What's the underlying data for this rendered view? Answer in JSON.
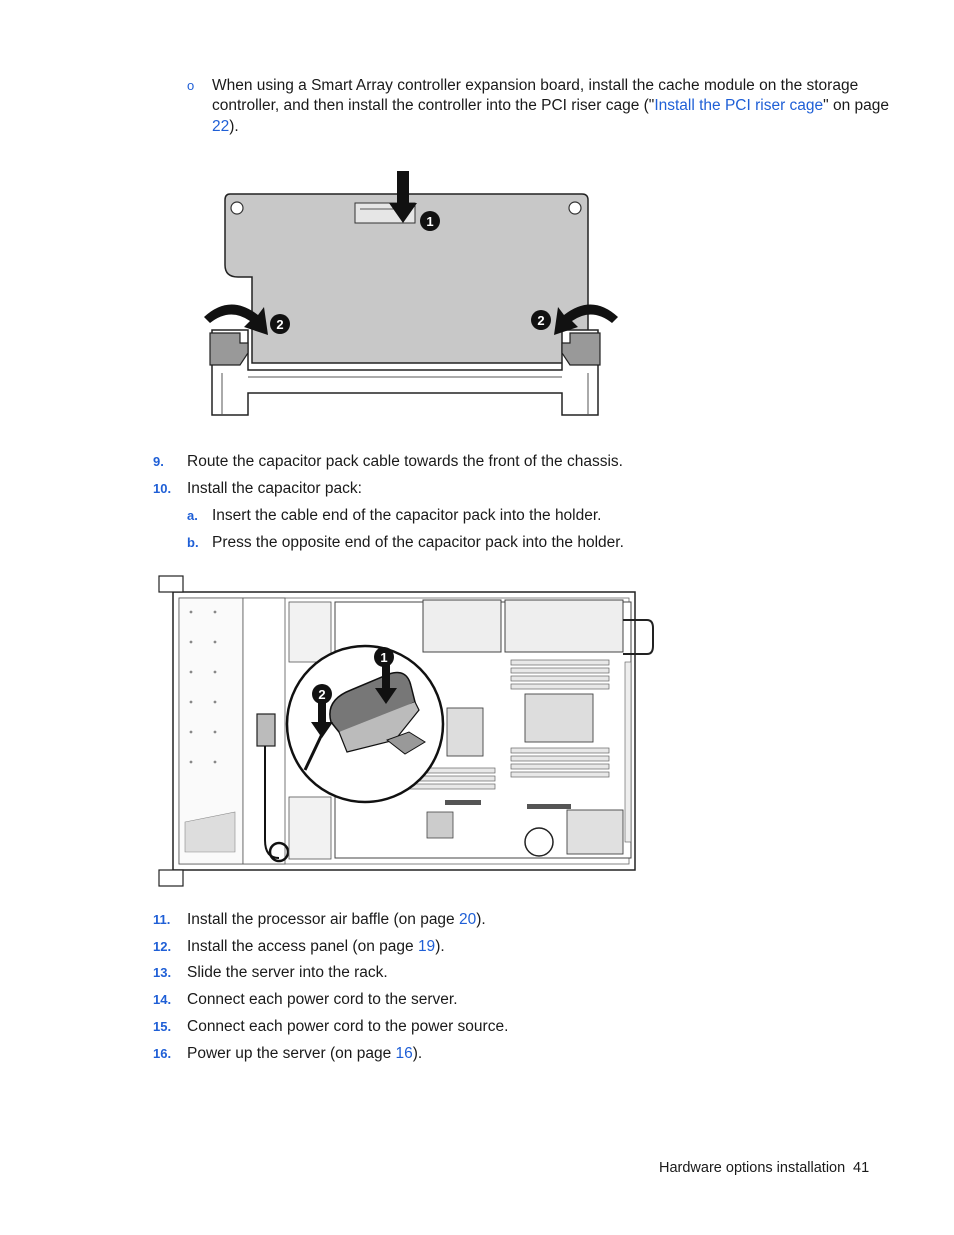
{
  "intro": {
    "bullet": "o",
    "line1": "When using a Smart Array controller expansion board, install the cache module on the storage",
    "line2_prefix": "controller, and then install the controller into the PCI riser cage (\"",
    "line2_link": "Install the PCI riser cage",
    "line2_suffix": "\" on page",
    "line3_link": "22",
    "line3_suffix": ")."
  },
  "figure1": {
    "callout1": "1",
    "callout2": "2"
  },
  "steps_a": [
    {
      "num": "9.",
      "text": "Route the capacitor pack cable towards the front of the chassis."
    },
    {
      "num": "10.",
      "text": "Install the capacitor pack:"
    }
  ],
  "substeps": [
    {
      "letter": "a.",
      "text": "Insert the cable end of the capacitor pack into the holder."
    },
    {
      "letter": "b.",
      "text": "Press the opposite end of the capacitor pack into the holder."
    }
  ],
  "figure2": {
    "callout1": "1",
    "callout2": "2"
  },
  "steps_b": [
    {
      "num": "11.",
      "before": "Install the processor air baffle (on page ",
      "link": "20",
      "after": ")."
    },
    {
      "num": "12.",
      "before": "Install the access panel (on page ",
      "link": "19",
      "after": ")."
    },
    {
      "num": "13.",
      "before": "Slide the server into the rack.",
      "link": "",
      "after": ""
    },
    {
      "num": "14.",
      "before": "Connect each power cord to the server.",
      "link": "",
      "after": ""
    },
    {
      "num": "15.",
      "before": "Connect each power cord to the power source.",
      "link": "",
      "after": ""
    },
    {
      "num": "16.",
      "before": "Power up the server (on page ",
      "link": "16",
      "after": ")."
    }
  ],
  "footer": {
    "section": "Hardware options installation",
    "page": "41"
  },
  "colors": {
    "link": "#1f5fd6",
    "board": "#c8c8c8"
  }
}
